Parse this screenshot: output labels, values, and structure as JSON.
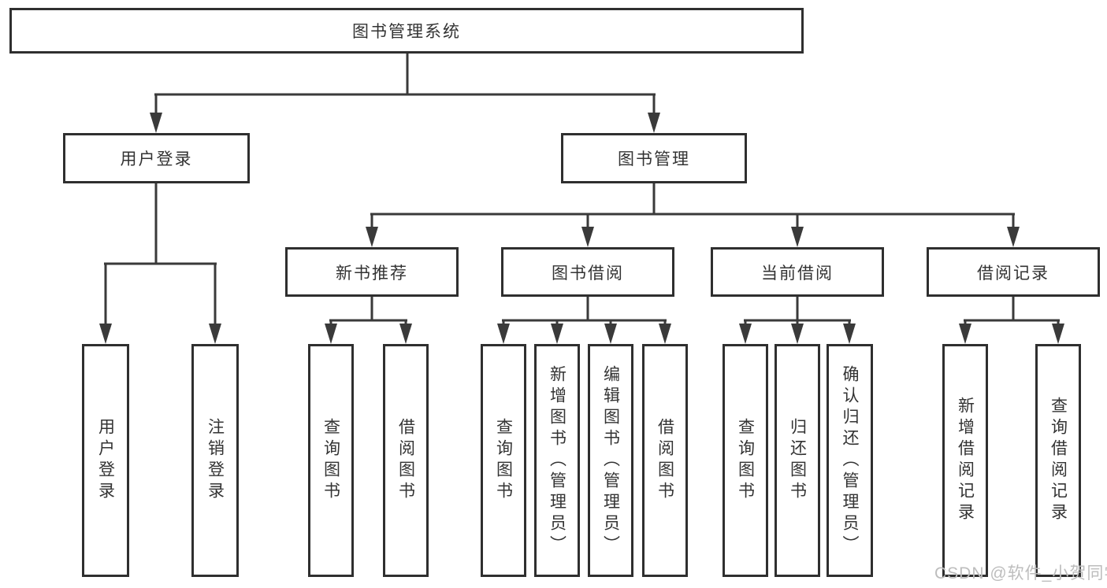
{
  "tree": {
    "root": "图书管理系统",
    "level2": [
      {
        "label": "用户登录",
        "children": [
          "用户登录",
          "注销登录"
        ]
      },
      {
        "label": "图书管理",
        "children": [
          {
            "label": "新书推荐",
            "children": [
              "查询图书",
              "借阅图书"
            ]
          },
          {
            "label": "图书借阅",
            "children": [
              "查询图书",
              "新增图书（管理员）",
              "编辑图书（管理员）",
              "借阅图书"
            ]
          },
          {
            "label": "当前借阅",
            "children": [
              "查询图书",
              "归还图书",
              "确认归还（管理员）"
            ]
          },
          {
            "label": "借阅记录",
            "children": [
              "新增借阅记录",
              "查询借阅记录"
            ]
          }
        ]
      }
    ]
  },
  "watermark": "CSDN @软件_小贺同学",
  "colors": {
    "line": "#3a3a3a",
    "border": "#2f2f2f",
    "text": "#333333",
    "watermark": "#bdbdbd",
    "background": "#ffffff"
  }
}
